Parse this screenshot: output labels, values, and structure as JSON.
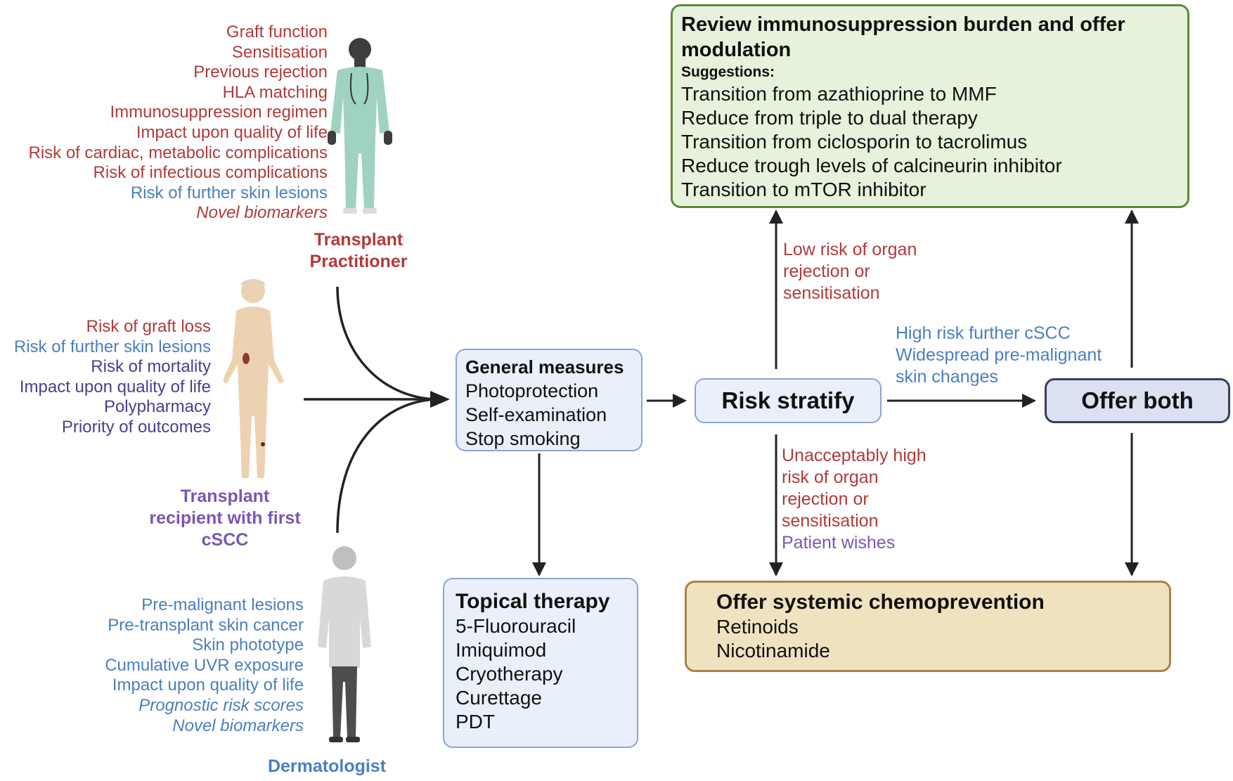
{
  "practitioner": {
    "role": "Transplant\nPractitioner",
    "considerations": [
      {
        "text": "Graft function",
        "tone": "red",
        "italic": false
      },
      {
        "text": "Sensitisation",
        "tone": "red",
        "italic": false
      },
      {
        "text": "Previous rejection",
        "tone": "red",
        "italic": false
      },
      {
        "text": "HLA matching",
        "tone": "red",
        "italic": false
      },
      {
        "text": "Immunosuppression regimen",
        "tone": "red",
        "italic": false
      },
      {
        "text": "Impact upon quality of life",
        "tone": "red",
        "italic": false
      },
      {
        "text": "Risk of cardiac, metabolic complications",
        "tone": "red",
        "italic": false
      },
      {
        "text": "Risk of infectious complications",
        "tone": "red",
        "italic": false
      },
      {
        "text": "Risk of further skin lesions",
        "tone": "blue",
        "italic": false
      },
      {
        "text": "Novel biomarkers",
        "tone": "red",
        "italic": true
      }
    ]
  },
  "recipient": {
    "role": "Transplant\nrecipient with first\ncSCC",
    "considerations": [
      {
        "text": "Risk of graft loss",
        "tone": "red",
        "italic": false
      },
      {
        "text": "Risk of further skin lesions",
        "tone": "blue",
        "italic": false
      },
      {
        "text": "Risk of mortality",
        "tone": "purple",
        "italic": false
      },
      {
        "text": "Impact upon quality of life",
        "tone": "purple",
        "italic": false
      },
      {
        "text": "Polypharmacy",
        "tone": "purple",
        "italic": false
      },
      {
        "text": "Priority of outcomes",
        "tone": "purple",
        "italic": false
      }
    ]
  },
  "dermatologist": {
    "role": "Dermatologist",
    "considerations": [
      {
        "text": "Pre-malignant lesions",
        "tone": "blue",
        "italic": false
      },
      {
        "text": "Pre-transplant skin cancer",
        "tone": "blue",
        "italic": false
      },
      {
        "text": "Skin phototype",
        "tone": "blue",
        "italic": false
      },
      {
        "text": "Cumulative UVR exposure",
        "tone": "blue",
        "italic": false
      },
      {
        "text": "Impact upon quality of life",
        "tone": "blue",
        "italic": false
      },
      {
        "text": "Prognostic risk scores",
        "tone": "blue",
        "italic": true
      },
      {
        "text": "Novel biomarkers",
        "tone": "blue",
        "italic": true
      }
    ]
  },
  "general": {
    "title": "General measures",
    "items": [
      "Photoprotection",
      "Self-examination",
      "Stop smoking"
    ]
  },
  "topical": {
    "title": "Topical therapy",
    "items": [
      "5-Fluorouracil",
      "Imiquimod",
      "Cryotherapy",
      "Curettage",
      "PDT"
    ]
  },
  "risk": {
    "label": "Risk stratify"
  },
  "both": {
    "label": "Offer both"
  },
  "review": {
    "title": "Review immunosuppression burden and offer modulation",
    "subtitle": "Suggestions:",
    "items": [
      "Transition from azathioprine to MMF",
      "Reduce from triple to dual therapy",
      "Transition from ciclosporin to tacrolimus",
      "Reduce trough levels of calcineurin inhibitor",
      "Transition to mTOR inhibitor"
    ]
  },
  "systemic": {
    "title": "Offer systemic chemoprevention",
    "items": [
      "Retinoids",
      "Nicotinamide"
    ]
  },
  "edge_labels": {
    "low_risk": [
      "Low risk of organ",
      "rejection or",
      "sensitisation"
    ],
    "high_risk": [
      "High risk further cSCC",
      "Widespread pre-malignant",
      "skin changes"
    ],
    "unacceptable": [
      "Unacceptably high",
      "risk of organ",
      "rejection or",
      "sensitisation"
    ],
    "patient_wishes": "Patient wishes"
  },
  "colors": {
    "red": "#b23a3a",
    "blue": "#4a7fc1",
    "purple": "#4b3d8f",
    "violet": "#7b56b3",
    "review_fill": "#e6f2dc",
    "review_border": "#5b8a3a",
    "systemic_fill": "#efe2bf",
    "systemic_border": "#a8824a",
    "box_fill": "#eaf0fa",
    "box_border": "#8aa4d6",
    "both_fill": "#dbe1f0",
    "both_border": "#34405e"
  }
}
